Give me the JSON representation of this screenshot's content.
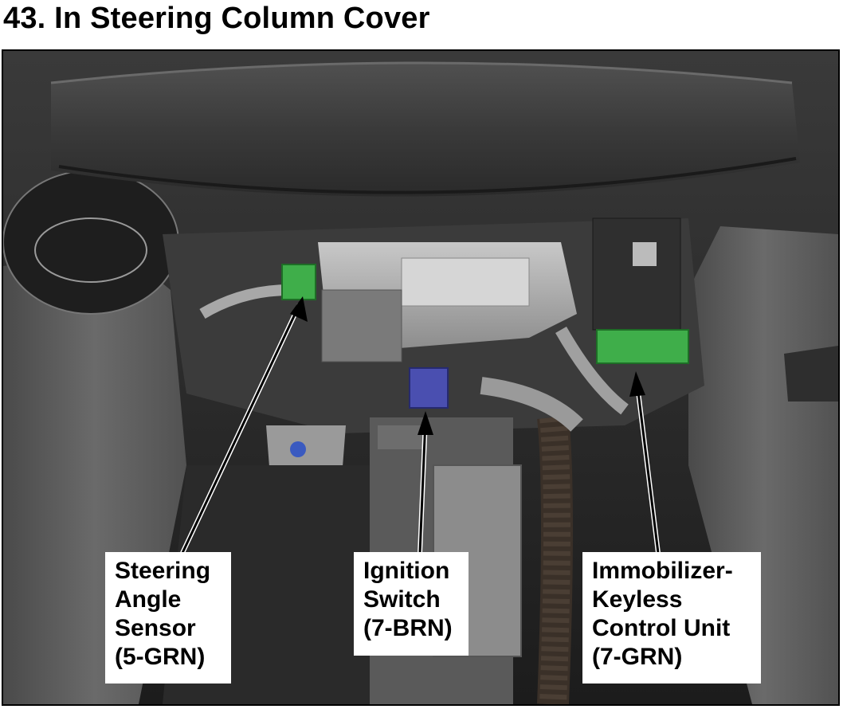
{
  "title": "43. In Steering Column Cover",
  "callouts": [
    {
      "lines": [
        "Steering",
        "Angle",
        "Sensor",
        "(5-GRN)"
      ]
    },
    {
      "lines": [
        "Ignition",
        "Switch",
        "(7-BRN)"
      ]
    },
    {
      "lines": [
        "Immobilizer-",
        "Keyless",
        "Control Unit",
        "(7-GRN)"
      ]
    }
  ],
  "colors": {
    "connector_green": "#3fae4a",
    "connector_blue": "#4a4fb0",
    "dash_gray": "#5c5c5c"
  }
}
